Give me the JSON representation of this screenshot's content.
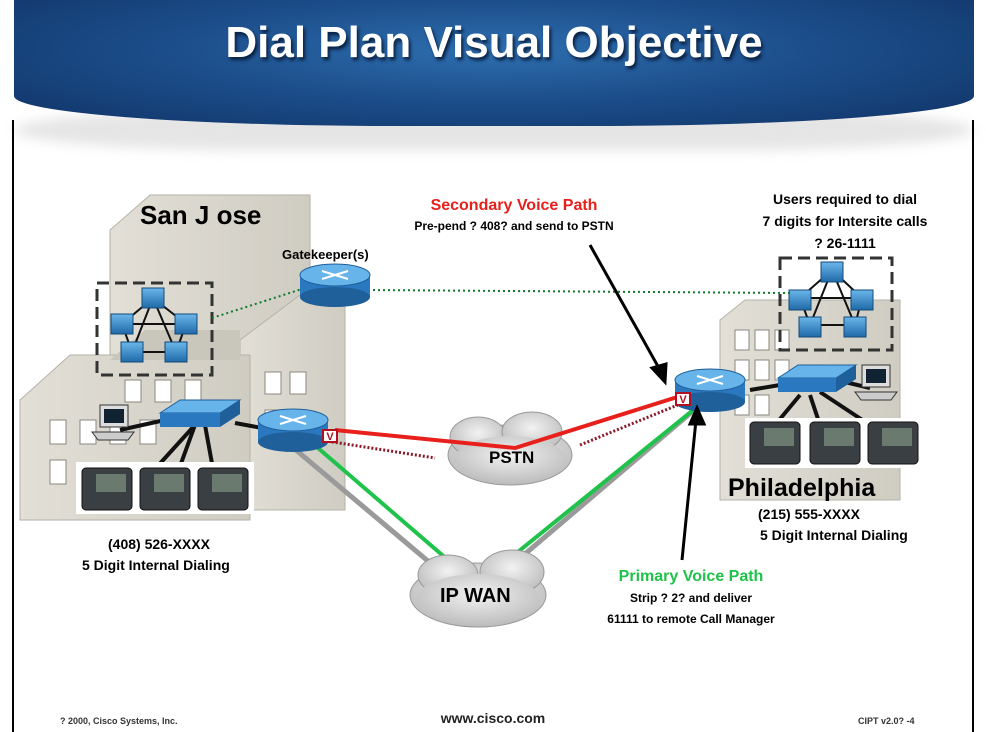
{
  "slide": {
    "title": "Dial Plan Visual Objective"
  },
  "sites": {
    "san_jose": {
      "name": "San J ose",
      "number": "(408) 526-XXXX",
      "dialing": "5 Digit Internal Dialing"
    },
    "philadelphia": {
      "name": "Philadelphia",
      "number": "(215) 555-XXXX",
      "dialing": "5 Digit Internal Dialing",
      "note_line1": "Users required to dial",
      "note_line2": "7 digits for Intersite calls",
      "note_line3": "? 26-1111"
    }
  },
  "gatekeeper": {
    "label": "Gatekeeper(s)"
  },
  "clouds": {
    "pstn": "PSTN",
    "ipwan": "IP WAN"
  },
  "paths": {
    "secondary": {
      "title": "Secondary Voice Path",
      "detail": "Pre-pend ? 408? and send to PSTN",
      "color": "#e8201c"
    },
    "primary": {
      "title": "Primary Voice Path",
      "detail_line1": "Strip ? 2? and deliver",
      "detail_line2": "61111 to remote Call Manager",
      "color": "#1fc24a"
    }
  },
  "footer": {
    "copyright": "? 2000, Cisco Systems, Inc.",
    "url": "www.cisco.com",
    "course": "CIPT v2.0? -4"
  },
  "colors": {
    "banner": "#1d4f8c",
    "device_blue": "#3a8fd0",
    "building": "#d9d6cc"
  },
  "markers": {
    "voice_port": "V"
  }
}
